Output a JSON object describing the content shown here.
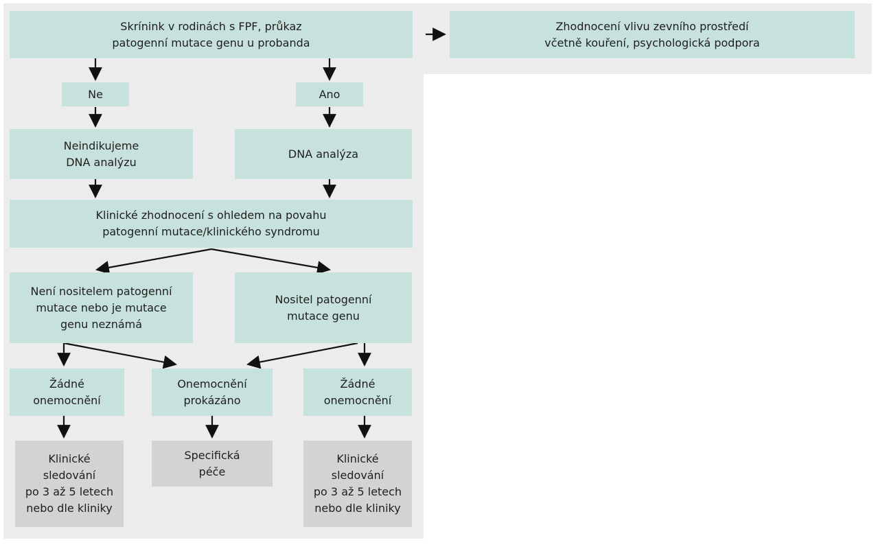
{
  "colors": {
    "background": "#ececec",
    "box_teal": "#c7e2dc",
    "box_grey": "#d3d3d3",
    "arrow": "#111111"
  },
  "nodes": {
    "screening": "Skrínink v rodinách s FPF, průkaz\npatogenní mutace genu u probanda",
    "environment": "Zhodnocení vlivu zevního prostředí\nvčetně kouření, psychologická podpora",
    "no": "Ne",
    "yes": "Ano",
    "no_dna": "Neindikujeme\nDNA analýzu",
    "dna": "DNA analýza",
    "clinical_eval": "Klinické zhodnocení s ohledem na povahu\npatogenní mutace/klinického syndromu",
    "not_carrier": "Není nositelem patogenní\nmutace nebo je mutace\ngenu neznámá",
    "carrier": "Nositel patogenní\nmutace genu",
    "no_disease_left": "Žádné\nonemocnění",
    "disease_proven": "Onemocnění\nprokázáno",
    "no_disease_right": "Žádné\nonemocnění",
    "followup_left": "Klinické\nsledování\npo 3 až 5 letech\nnebo dle kliniky",
    "specific_care": "Specifická\npéče",
    "followup_right": "Klinické\nsledování\npo 3 až 5 letech\nnebo dle kliniky"
  }
}
